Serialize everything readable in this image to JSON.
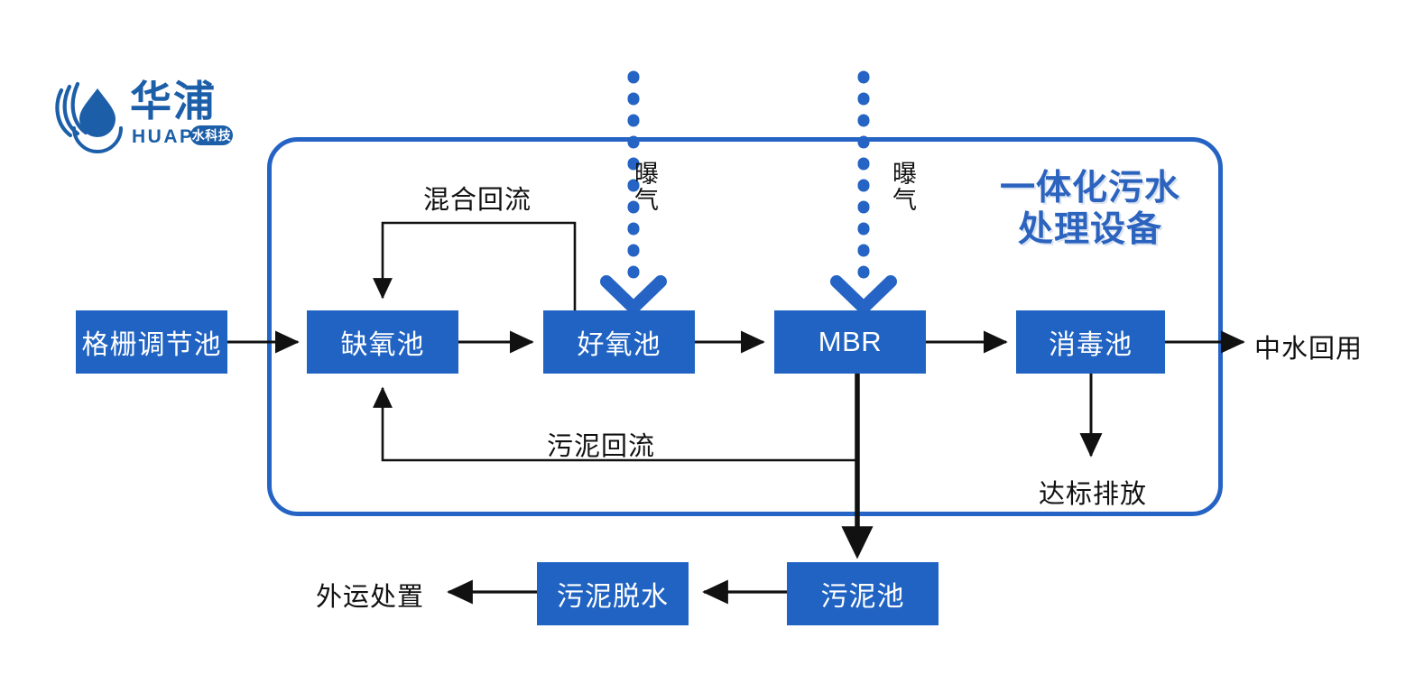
{
  "logo": {
    "name": "huapu-logo",
    "chinese_name": "华浦",
    "latin_name": "HUAPU",
    "badge": "水科技",
    "color": "#1C5FA8"
  },
  "equipment": {
    "title_line1": "一体化污水",
    "title_line2": "处理设备",
    "border_color": "#2563C4"
  },
  "colors": {
    "box_fill": "#2063C2",
    "box_text": "#FFFFFF",
    "accent_blue": "#2563C4",
    "title_blue": "#2B63BE",
    "wire_black": "#111111"
  },
  "process_boxes": [
    {
      "id": "grille-regulating-tank",
      "label": "格栅调节池"
    },
    {
      "id": "anoxic-tank",
      "label": "缺氧池"
    },
    {
      "id": "aerobic-tank",
      "label": "好氧池"
    },
    {
      "id": "mbr",
      "label": "MBR"
    },
    {
      "id": "disinfection-tank",
      "label": "消毒池"
    },
    {
      "id": "sludge-tank",
      "label": "污泥池"
    },
    {
      "id": "sludge-dewatering",
      "label": "污泥脱水"
    }
  ],
  "flow_labels": {
    "mixed_recirculation": "混合回流",
    "sludge_return": "污泥回流",
    "aeration_1": "曝气",
    "aeration_2": "曝气",
    "reclaimed_water": "中水回用",
    "compliant_discharge": "达标排放",
    "offsite_disposal": "外运处置"
  }
}
